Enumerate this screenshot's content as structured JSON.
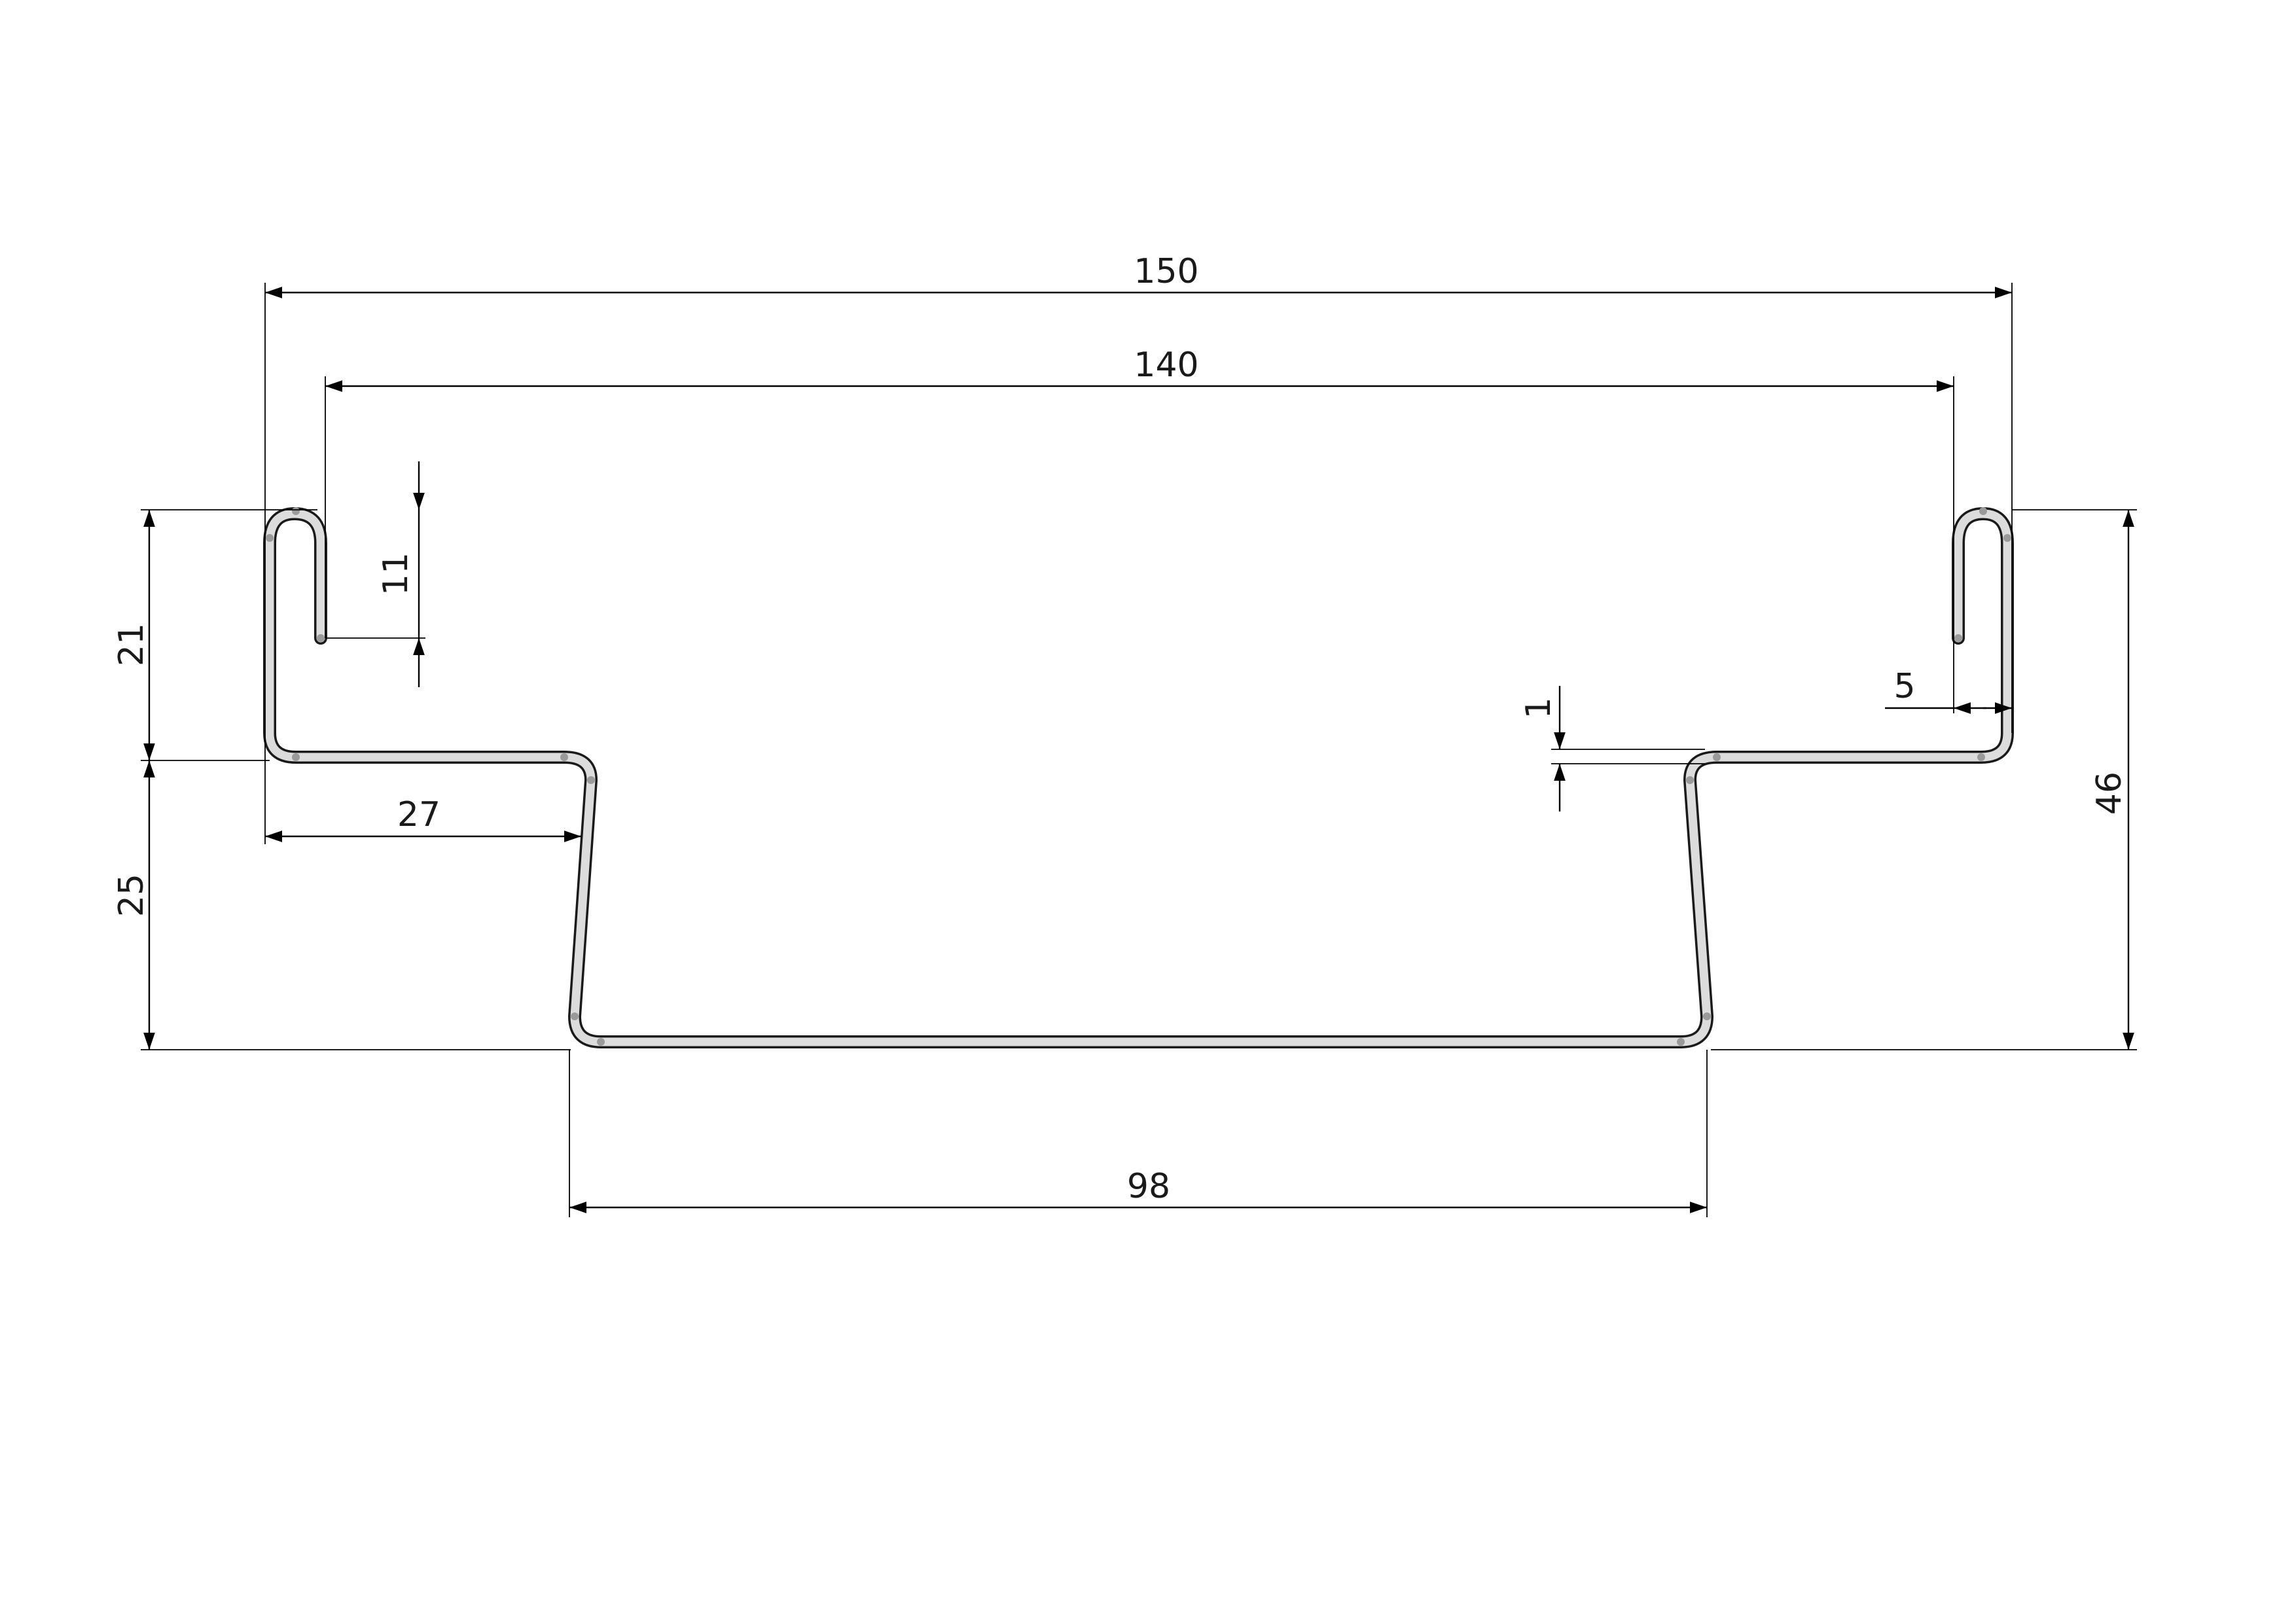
{
  "drawing": {
    "dimensions": {
      "overall_width": {
        "value": "150"
      },
      "inner_width": {
        "value": "140"
      },
      "hem_length": {
        "value": "11"
      },
      "upper_height": {
        "value": "21"
      },
      "lower_height": {
        "value": "25"
      },
      "flange_width": {
        "value": "27"
      },
      "bottom_width": {
        "value": "98"
      },
      "step_offset": {
        "value": "1"
      },
      "hem_gap": {
        "value": "5"
      },
      "total_height": {
        "value": "46"
      }
    },
    "colors": {
      "line": "#000000",
      "profile_edge": "#1a1a1a",
      "profile_fill": "#dcdcdc"
    }
  }
}
